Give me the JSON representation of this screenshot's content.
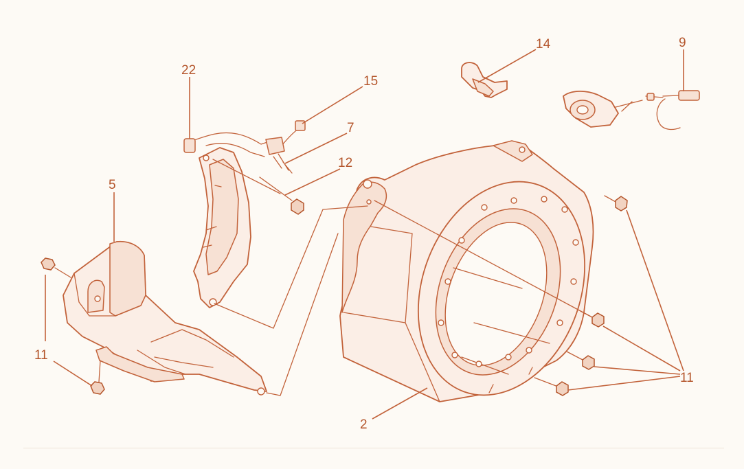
{
  "diagram": {
    "colors": {
      "line": "#c2623a",
      "text": "#b4552b",
      "fill": "#fbeee6",
      "background": "#fdfaf5"
    },
    "callouts": [
      {
        "id": "c22",
        "label": "22"
      },
      {
        "id": "c15",
        "label": "15"
      },
      {
        "id": "c7",
        "label": "7"
      },
      {
        "id": "c12",
        "label": "12"
      },
      {
        "id": "c5",
        "label": "5"
      },
      {
        "id": "c14",
        "label": "14"
      },
      {
        "id": "c9",
        "label": "9"
      },
      {
        "id": "c11a",
        "label": "11"
      },
      {
        "id": "c11b",
        "label": "11"
      },
      {
        "id": "c2",
        "label": "2"
      }
    ]
  }
}
